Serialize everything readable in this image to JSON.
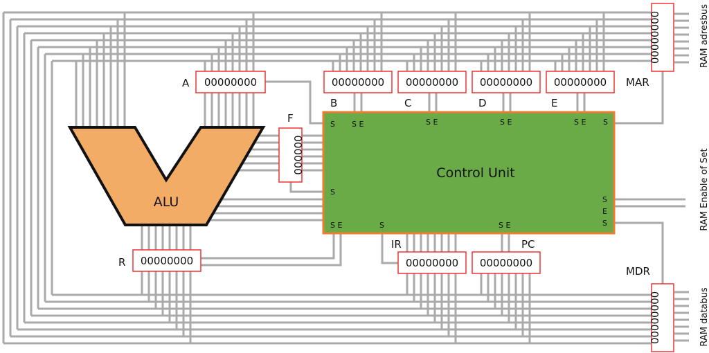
{
  "diagram": {
    "title": "8-bit CPU datapath",
    "alu": {
      "label": "ALU",
      "color": "#f2ac66"
    },
    "control_unit": {
      "label": "Control Unit",
      "fill": "#6aab47",
      "border": "#ed7d31"
    },
    "registers": {
      "A": {
        "label": "A",
        "value": "00000000"
      },
      "B": {
        "label": "B",
        "value": "00000000"
      },
      "C": {
        "label": "C",
        "value": "00000000"
      },
      "D": {
        "label": "D",
        "value": "00000000"
      },
      "E": {
        "label": "E",
        "value": "00000000"
      },
      "F": {
        "label": "F",
        "value": "000000"
      },
      "R": {
        "label": "R",
        "value": "00000000"
      },
      "IR": {
        "label": "IR",
        "value": "00000000"
      },
      "PC": {
        "label": "PC",
        "value": "00000000"
      },
      "MAR": {
        "label": "MAR",
        "value": "00000000"
      },
      "MDR": {
        "label": "MDR",
        "value": "00000000"
      }
    },
    "control_pins": {
      "a_set": "S",
      "b": "S E",
      "c": "S E",
      "d": "S E",
      "e": "S E",
      "mar_set": "S",
      "f_set": "S",
      "r": "S E",
      "ir_set": "S",
      "pc": "S E",
      "ram_set": "S",
      "ram_enable": "E",
      "mdr_set": "S"
    },
    "external_labels": {
      "ram_address_bus": "RAM adresbus",
      "ram_enable_set": "RAM Enable of Set",
      "ram_data_bus": "RAM databus"
    },
    "colors": {
      "wire": "#aaaaaa",
      "register_border": "#ee3333"
    }
  }
}
